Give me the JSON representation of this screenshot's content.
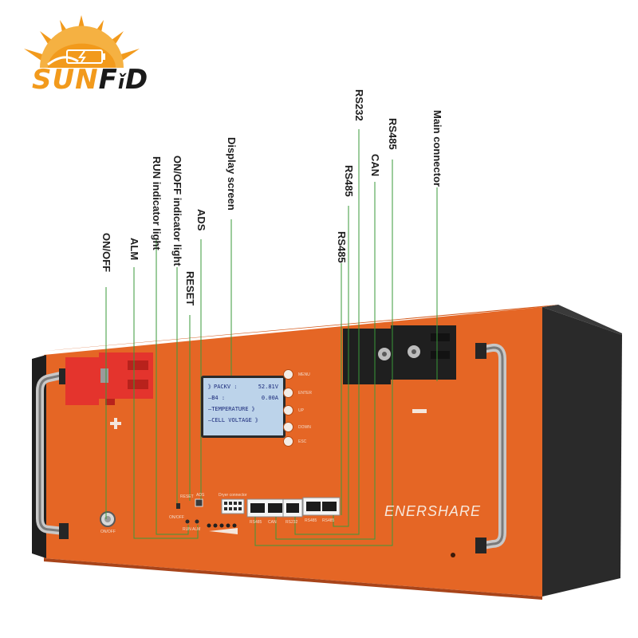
{
  "logo": {
    "brand_left": "S",
    "brand_mid_u": "U",
    "brand_n": "N",
    "brand_f": "F",
    "brand_right": "D"
  },
  "callouts": [
    {
      "id": "on-off",
      "text": "ON/OFF"
    },
    {
      "id": "alm",
      "text": "ALM"
    },
    {
      "id": "run-light",
      "text": "RUN indicator light"
    },
    {
      "id": "onoff-light",
      "text": "ON/OFF indicator light"
    },
    {
      "id": "reset",
      "text": "RESET"
    },
    {
      "id": "ads",
      "text": "ADS"
    },
    {
      "id": "display",
      "text": "Display screen"
    },
    {
      "id": "rs485-a",
      "text": "RS485"
    },
    {
      "id": "rs485-b",
      "text": "RS485"
    },
    {
      "id": "rs232",
      "text": "RS232"
    },
    {
      "id": "can",
      "text": "CAN"
    },
    {
      "id": "rs485-c",
      "text": "RS485"
    },
    {
      "id": "main-connector",
      "text": "Main connector"
    }
  ],
  "screen": {
    "row1_label": "》PACKV :",
    "row1_value": "52.81V",
    "row2_label": "—B4 :",
    "row2_value": "0.00A",
    "row3_label": "—TEMPERATURE 》",
    "row4_label": "—CELL VOLTAGE 》"
  },
  "menu": [
    "MENU",
    "ENTER",
    "UP",
    "DOWN",
    "ESC"
  ],
  "panel_labels": {
    "plus": "+",
    "minus": "—",
    "onoff": "ON/OFF",
    "reset": "RESET",
    "ads": "ADS",
    "onoff_small": "ON/OFF",
    "run": "RUN",
    "alm": "ALM",
    "dry_contact": "Dryer connector",
    "rs485": "RS485",
    "can": "CAN",
    "rs232": "RS232",
    "rs485_2": "RS485",
    "rs485_3": "RS485"
  },
  "brand": "ENERSHARE",
  "colors": {
    "panel": "#e56625",
    "panel_dark": "#b8481a",
    "callout_line": "#3a9a3a",
    "terminal_red": "#e4342d",
    "logo_orange": "#f29a1c"
  }
}
